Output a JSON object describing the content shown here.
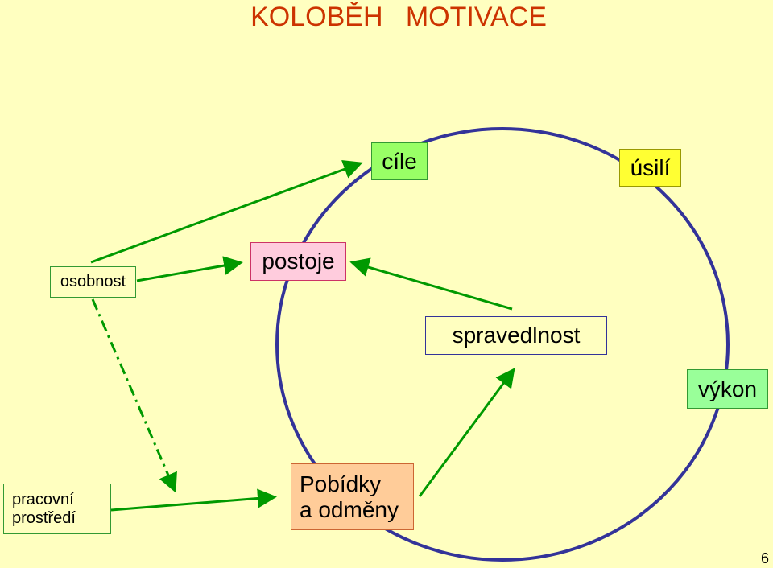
{
  "title": "KOLOBĚH   MOTIVACE",
  "colors": {
    "background": "#ffffc0",
    "title": "#cc3300",
    "cycle": "#333399",
    "arrow": "#009900"
  },
  "nodes": {
    "cile": "cíle",
    "usili": "úsilí",
    "osobnost": "osobnost",
    "postoje": "postoje",
    "spravedlnost": "spravedlnost",
    "vykon": "výkon",
    "pracovni_prostredi": [
      "pracovní",
      "prostředí"
    ],
    "pobidky": [
      "Pobídky",
      "a odměny"
    ]
  },
  "page_number": "6"
}
